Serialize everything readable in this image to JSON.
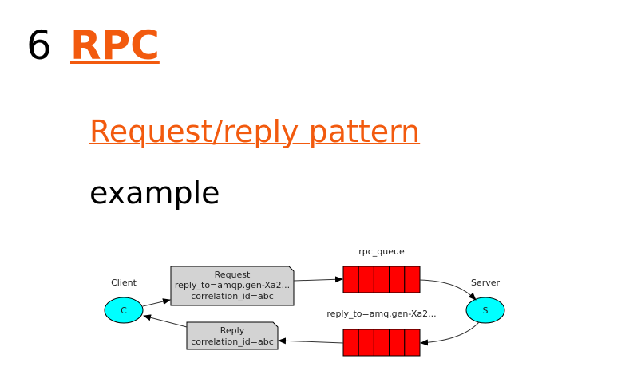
{
  "slide": {
    "number": "6",
    "title_link": "RPC",
    "subtitle_link": "Request/reply pattern",
    "body": "example"
  },
  "diagram": {
    "client_label": "Client",
    "client_node": "C",
    "server_label": "Server",
    "server_node": "S",
    "request_note": [
      "Request",
      "reply_to=amqp.gen-Xa2...",
      "correlation_id=abc"
    ],
    "reply_note": [
      "Reply",
      "correlation_id=abc"
    ],
    "rpc_queue_label": "rpc_queue",
    "reply_queue_label": "reply_to=amq.gen-Xa2...",
    "colors": {
      "node": "#00ffff",
      "queue": "#ff0000",
      "note": "#d3d3d3",
      "accent": "#f25a0e"
    }
  }
}
